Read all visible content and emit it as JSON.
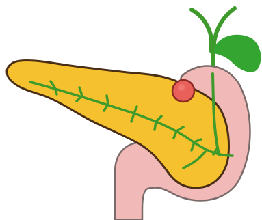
{
  "colors": {
    "background": "#ffffff",
    "pancreas_fill": "#f6c12e",
    "pancreas_outline": "#4a2e16",
    "duct": "#3f9a2c",
    "gallbladder": "#35a532",
    "duodenum_fill": "#f1b9b8",
    "duodenum_outline": "#7a6a6a",
    "papilla_fill": "#e9605a",
    "papilla_outline": "#8a2a24"
  },
  "parts": [
    "pancreas",
    "pancreatic-duct",
    "bile-duct",
    "gallbladder",
    "duodenum",
    "papilla"
  ]
}
